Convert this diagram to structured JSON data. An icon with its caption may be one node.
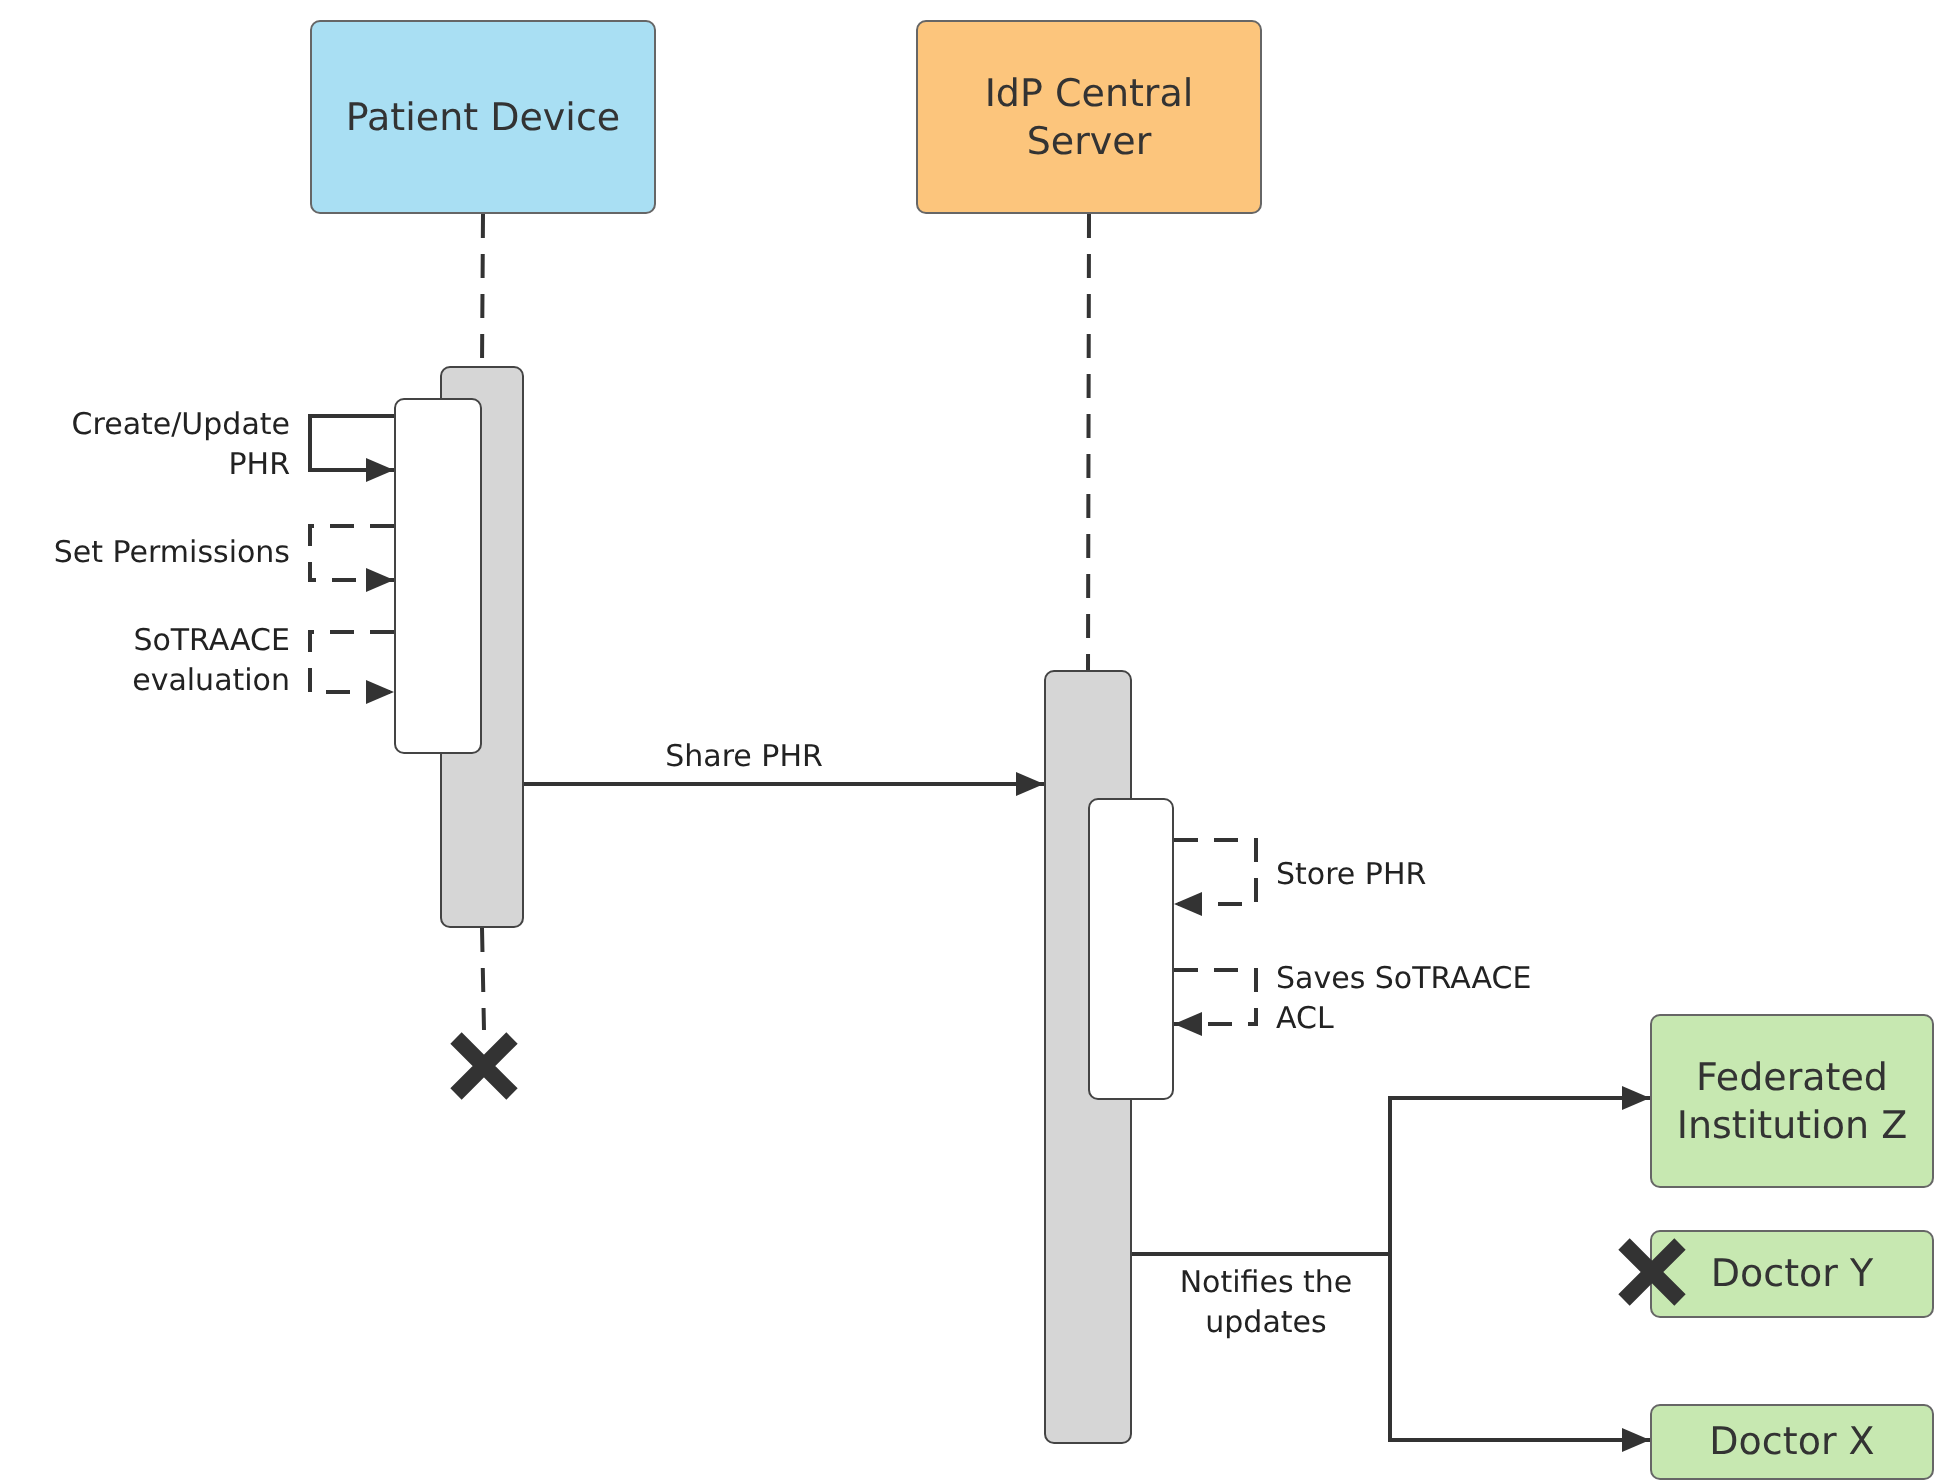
{
  "diagram": {
    "nodes": [
      {
        "text": [
          "Patient Device"
        ]
      },
      {
        "text": [
          "IdP Central Server"
        ]
      },
      {
        "text": [],
        "shape": "bar"
      },
      {
        "text": [],
        "shape": "bar"
      },
      {
        "text": [],
        "shape": "cross"
      },
      {
        "text": [],
        "shape": "bar"
      },
      {
        "text": [],
        "shape": "bar"
      },
      {
        "text": [
          "Federated Institution Z"
        ]
      },
      {
        "text": [],
        "shape": "cross"
      },
      {
        "text": [
          "Doctor Y"
        ]
      },
      {
        "text": [
          "Doctor X"
        ]
      }
    ],
    "edges": [
      {
        "from": 0,
        "to": 2,
        "arrow": "none",
        "style": "dashed"
      },
      {
        "from": 2,
        "to": 4,
        "arrow": "none",
        "style": "dashed"
      },
      {
        "from": 1,
        "to": 5,
        "arrow": "none",
        "style": "dashed"
      },
      {
        "from": 3,
        "to": 3,
        "arrow": "to",
        "label": "Create/Update PHR"
      },
      {
        "from": 3,
        "to": 3,
        "arrow": "to",
        "label": "Set Permissions",
        "style": "dashed"
      },
      {
        "from": 3,
        "to": 3,
        "arrow": "to",
        "label": "SoTRAACE evaluation",
        "style": "dashed"
      },
      {
        "from": 2,
        "to": 5,
        "arrow": "to",
        "label": "Share PHR"
      },
      {
        "from": 6,
        "to": 6,
        "arrow": "to",
        "label": "Store PHR",
        "style": "dashed"
      },
      {
        "from": 6,
        "to": 6,
        "arrow": "to",
        "label": "Saves SoTRAACE ACL",
        "style": "dashed"
      },
      {
        "from": 5,
        "to": 7,
        "arrow": "to",
        "label": "Notifies the updates"
      },
      {
        "from": 5,
        "to": 10,
        "arrow": "to"
      }
    ]
  }
}
